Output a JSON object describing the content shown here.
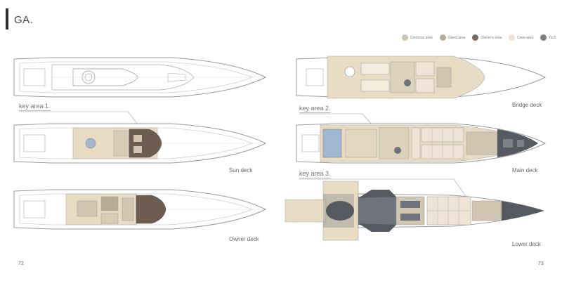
{
  "header": {
    "title": "GA",
    "title_dot": "."
  },
  "left_page": {
    "page_number": "72",
    "decks": [
      {
        "label": "Sun deck"
      },
      {
        "label": "Owner deck"
      }
    ],
    "key_areas": [
      {
        "label": "key area 1."
      }
    ]
  },
  "right_page": {
    "page_number": "73",
    "decks": [
      {
        "label": "Bridge deck"
      },
      {
        "label": "Main deck"
      },
      {
        "label": "Lower deck"
      }
    ],
    "key_areas": [
      {
        "label": "key area 2."
      },
      {
        "label": "key area 3."
      }
    ]
  },
  "legend": [
    {
      "label": "Common area",
      "color": "#cfc5b0"
    },
    {
      "label": "Guest area",
      "color": "#b9ac96"
    },
    {
      "label": "Owner's area",
      "color": "#7a6b5e"
    },
    {
      "label": "Crew area",
      "color": "#eee3d4"
    },
    {
      "label": "Tech",
      "color": "#7c8088"
    }
  ],
  "colors": {
    "hull_outline": "#9a9a9a",
    "deck_wood": "#e9dcc4",
    "owner": "#6e5c50",
    "tech": "#6f737b",
    "dark_hull": "#56595f"
  }
}
